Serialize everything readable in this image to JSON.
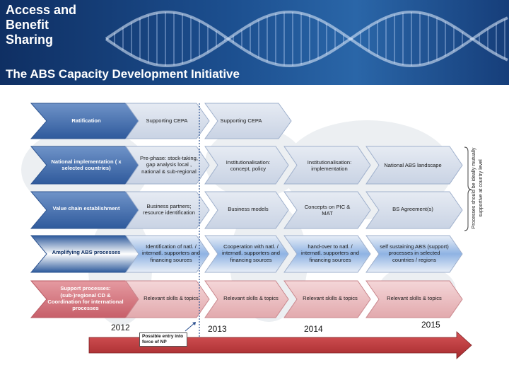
{
  "header": {
    "title_lines": [
      "Access and",
      "Benefit",
      "Sharing"
    ],
    "subtitle": "The ABS Capacity Development Initiative"
  },
  "rows": [
    {
      "label": "Ratification",
      "cells": [
        "Supporting CEPA",
        "Supporting CEPA"
      ]
    },
    {
      "label": "National implementation ( x selected countries)",
      "cells": [
        "Pre-phase: stock-taking, gap analysis local , national & sub-regional",
        "Institutionalisation: concept, policy",
        "Institutionalisation: implementation",
        "National ABS landscape"
      ]
    },
    {
      "label": "Value chain establishment",
      "cells": [
        "Business partners; resource identification",
        "Business models",
        "Concepts on PIC & MAT",
        "BS Agreement(s)"
      ]
    },
    {
      "label": "Amplifying ABS processes",
      "cells": [
        "Identification of natl. / internatl. supporters and financing sources",
        "Cooperation with natl. / internatl. supporters and financing sources",
        "hand-over to natl. / internatl. supporters and financing sources",
        "self sustaining ABS (support) processes in selected countries / regions"
      ]
    },
    {
      "label": "Support processes: (sub-)regional CD & Coordination for international processes",
      "cells": [
        "Relevant skills & topics",
        "Relevant skills & topics",
        "Relevant skills & topics",
        "Relevant skills & topics"
      ]
    }
  ],
  "years": [
    "2012",
    "2013",
    "2014",
    "2015"
  ],
  "entry_note": "Possible entry into force of NP",
  "side_note": "Processes should be ideally mutually supportive at country level",
  "colors": {
    "header_blue": "#1c4f8f",
    "label_blue": "#3f6db0",
    "cell_blue": "#d9e0ec",
    "pink_label": "#d97d86",
    "pink_cell": "#eec3c6",
    "arrow_red": "#c0393c"
  }
}
